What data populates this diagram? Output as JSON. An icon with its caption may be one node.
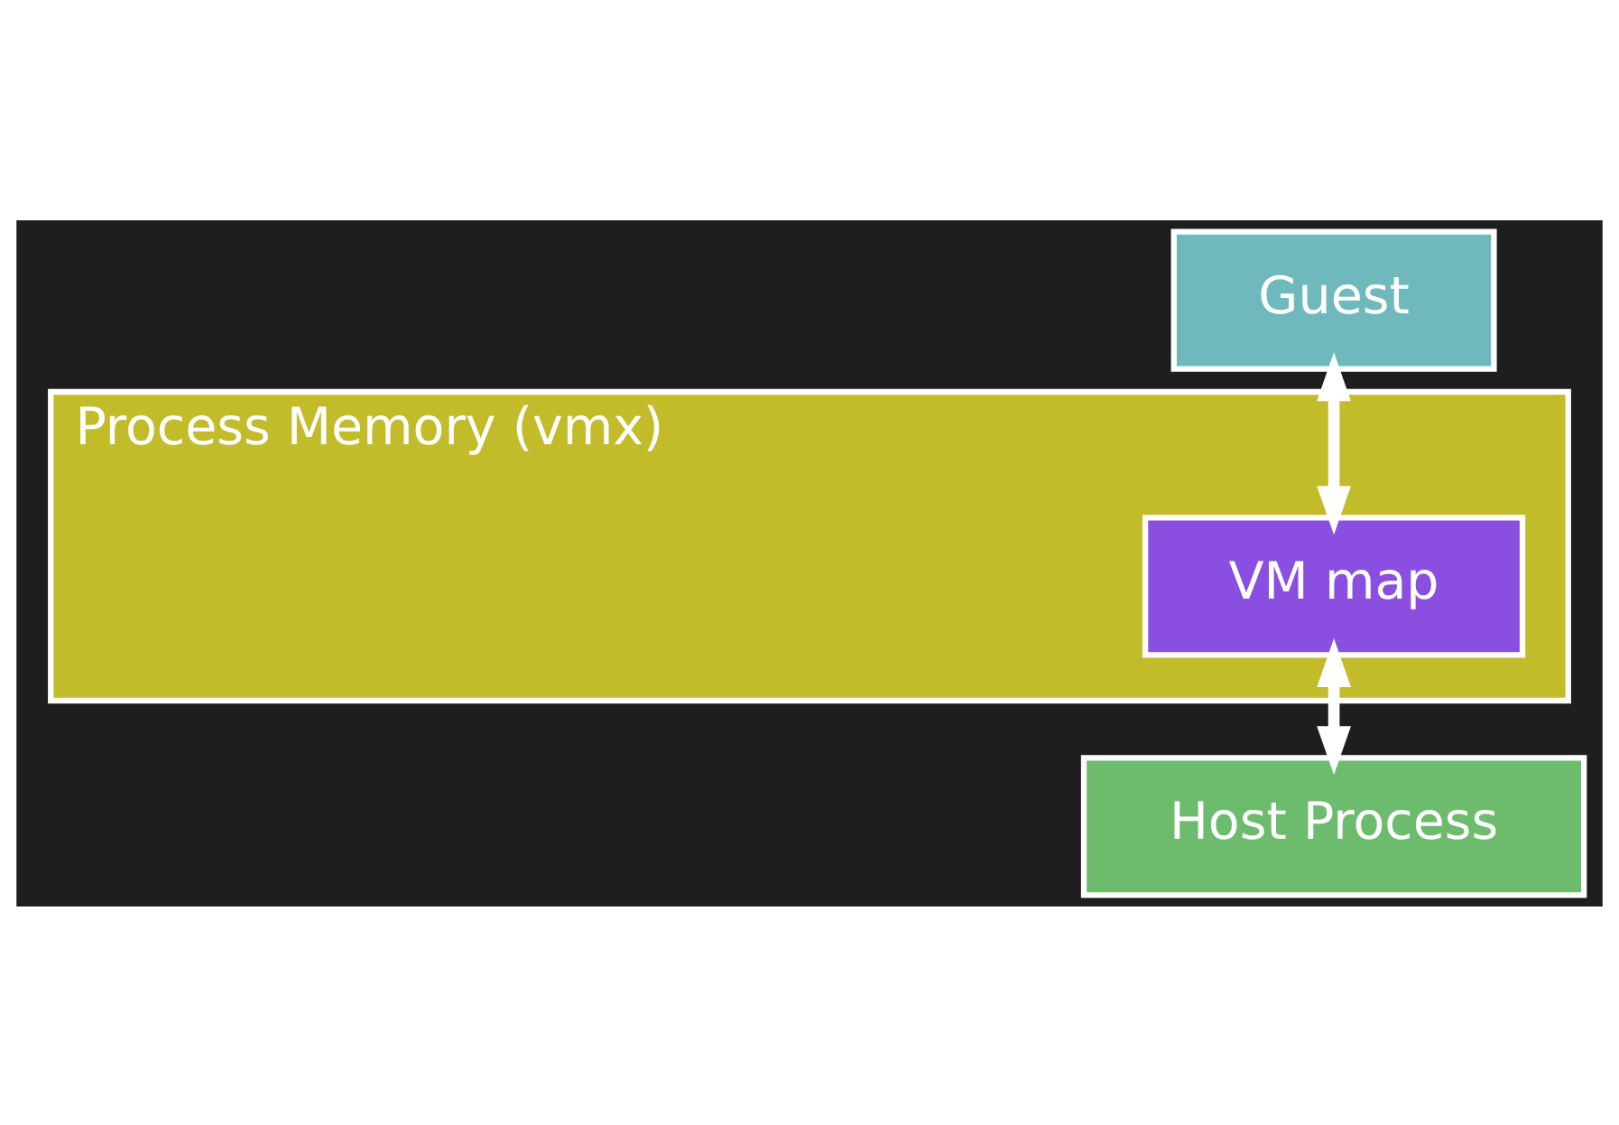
{
  "diagram": {
    "nodes": [
      {
        "text": [
          "Guest"
        ]
      },
      {
        "text": [
          "Process Memory (vmx)"
        ]
      },
      {
        "text": [
          "VM map"
        ],
        "in": 1
      },
      {
        "text": [
          "Host Process"
        ]
      }
    ],
    "edges": [
      {
        "from": 0,
        "to": 2,
        "arrow": "both"
      },
      {
        "from": 2,
        "to": 3,
        "arrow": "both"
      }
    ]
  }
}
